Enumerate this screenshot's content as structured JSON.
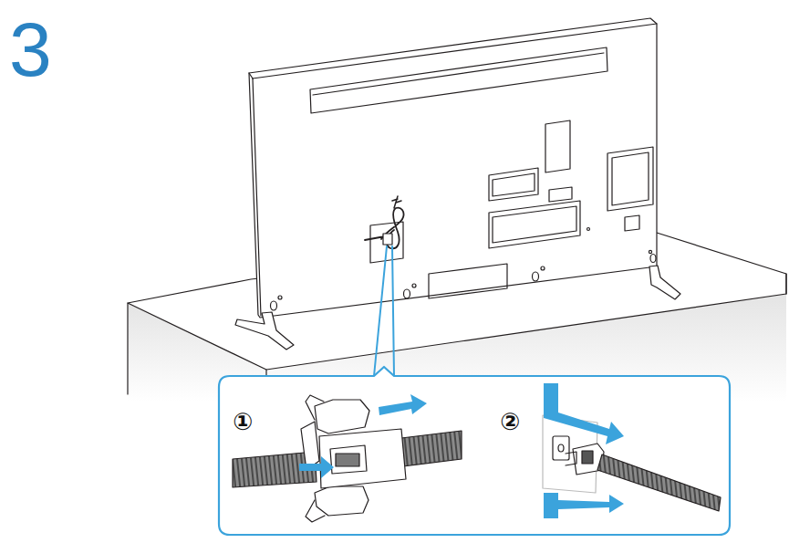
{
  "diagram": {
    "labels": [
      "3",
      "①",
      "②"
    ]
  }
}
